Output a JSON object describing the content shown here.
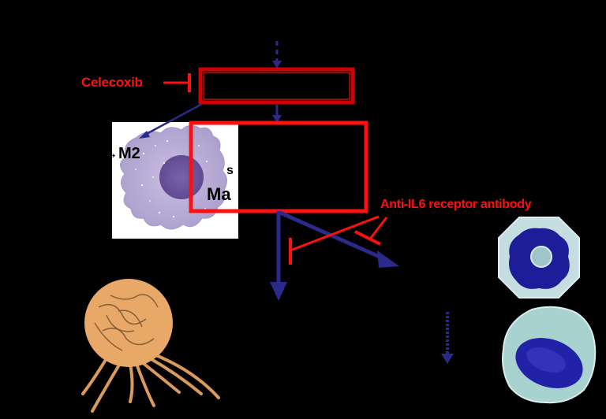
{
  "colors": {
    "background": "#000000",
    "inhibitor_red": "#ff1010",
    "box_red": "#d00000",
    "arrow_blue": "#2a2a8a",
    "macrophage_purple": "#c8bfe0",
    "tumor_orange": "#e8a868",
    "cell_light_blue": "#b8d8dc",
    "cell_nucleus_blue": "#1c1c9c"
  },
  "labels": {
    "celecoxib": "Celecoxib",
    "anti_il6r": "Anti-IL6 receptor antibody",
    "m2": "→M2",
    "macrophage_partial_1": "s",
    "macrophage_partial_2": "Ma"
  },
  "nodes": [
    {
      "id": "top-box",
      "label": ""
    },
    {
      "id": "main-box",
      "label": ""
    }
  ],
  "images": [
    {
      "id": "macrophage-image",
      "depicts": "M2 macrophage"
    },
    {
      "id": "tumor-cell-image",
      "depicts": "tumor cell"
    },
    {
      "id": "blast-cell-image",
      "depicts": "leukocyte"
    },
    {
      "id": "myeloid-cell-image",
      "depicts": "myeloid cell"
    }
  ]
}
